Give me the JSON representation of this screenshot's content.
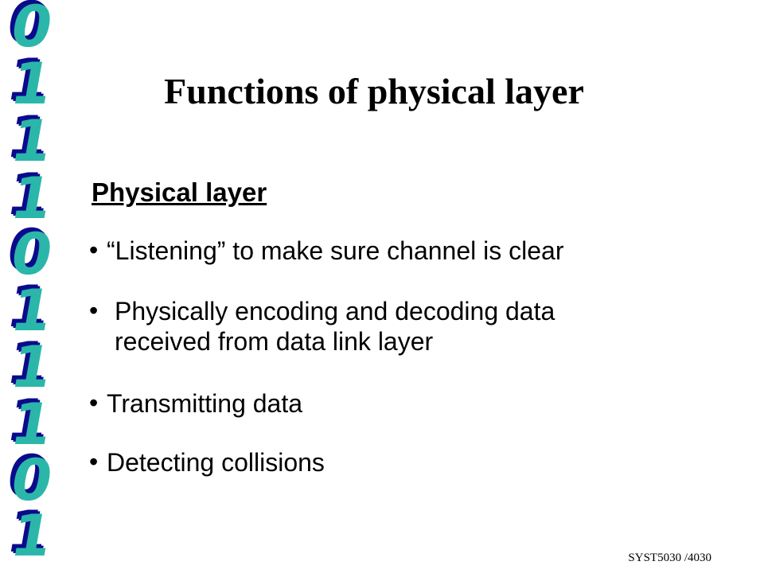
{
  "binary_strip": [
    "0",
    "1",
    "1",
    "1",
    "0",
    "1",
    "1",
    "1",
    "0",
    "1"
  ],
  "title": "Functions of physical layer",
  "section_heading": "Physical layer",
  "bullets": [
    "“Listening” to make sure channel is clear",
    "Physically encoding and decoding  data received from data link layer",
    "Transmitting data",
    "Detecting collisions"
  ],
  "bullet_symbol": "•",
  "footer": "SYST5030 /4030",
  "colors": {
    "digit_fill": "#2ab7a9",
    "digit_shadow": "#0a0a8c"
  }
}
